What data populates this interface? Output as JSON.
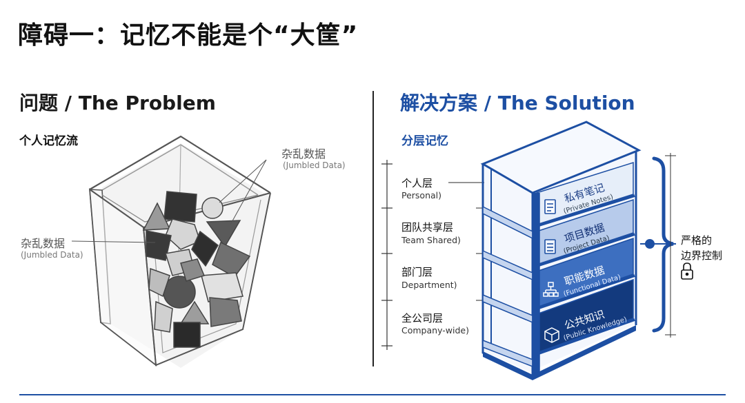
{
  "page": {
    "title": "障碍一：记忆不能是个“大筐”"
  },
  "problem": {
    "heading": "问题 / The Problem",
    "subheading": "个人记忆流",
    "annotation_top": {
      "zh": "杂乱数据",
      "en": "(Jumbled Data)"
    },
    "annotation_left": {
      "zh": "杂乱数据",
      "en": "(Jumbled Data)"
    }
  },
  "solution": {
    "heading": "解决方案 / The Solution",
    "subheading": "分层记忆",
    "layers": [
      {
        "zh": "个人层",
        "en": "Personal)"
      },
      {
        "zh": "团队共享层",
        "en": "Team Shared)"
      },
      {
        "zh": "部门层",
        "en": "Department)"
      },
      {
        "zh": "全公司层",
        "en": "Company-wide)"
      }
    ],
    "shelves": [
      {
        "zh": "私有笔记",
        "en": "(Private Notes)",
        "fill": "#e6eef9",
        "icon": "document-icon"
      },
      {
        "zh": "项目数据",
        "en": "(Project Data)",
        "fill": "#b7cbeb",
        "icon": "list-document-icon"
      },
      {
        "zh": "职能数据",
        "en": "(Functional Data)",
        "fill": "#3d6fc0",
        "icon": "org-chart-icon"
      },
      {
        "zh": "公共知识",
        "en": "(Public Knowledge)",
        "fill": "#133a7e",
        "icon": "cube-icon"
      }
    ],
    "control": {
      "line1": "严格的",
      "line2": "边界控制",
      "icon": "lock-icon"
    }
  },
  "colors": {
    "accent": "#1d4fa3",
    "dark": "#111111",
    "gray": "#555555"
  }
}
